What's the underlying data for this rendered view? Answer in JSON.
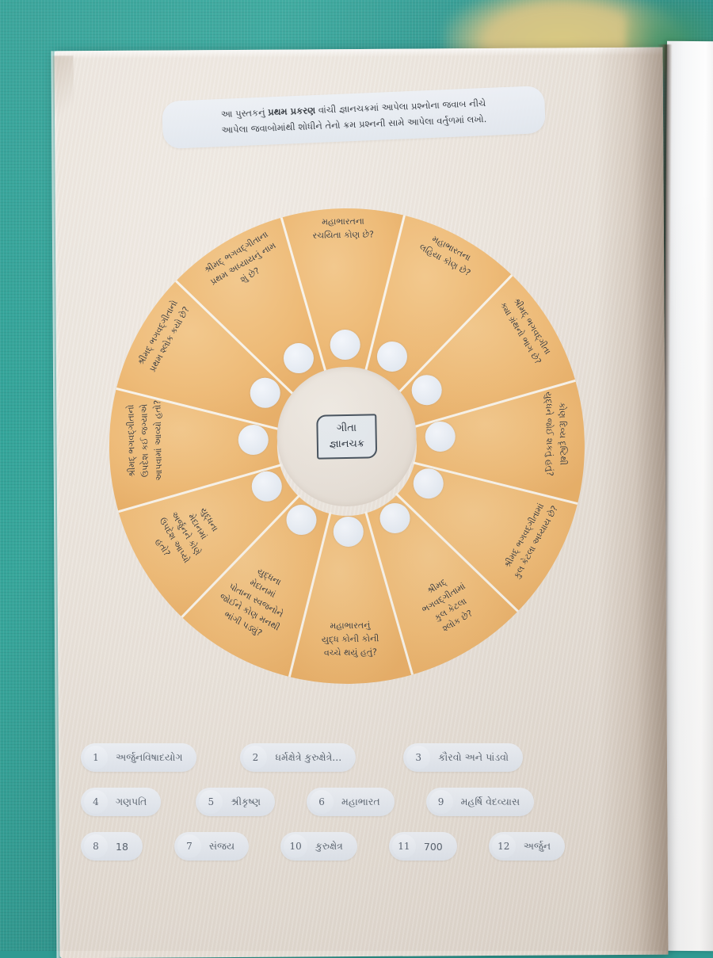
{
  "instruction": {
    "line1_a": "આ પુસ્તકનું ",
    "line1_b": "પ્રથમ પ્રકરણ",
    "line1_c": " વાંચી જ્ઞાનચક્રમાં આપેલા પ્રશ્નોના જવાબ નીચે",
    "line2": "આપેલા જવાબોમાંથી શોધીને તેનો ક્રમ પ્રશ્નની સામે આપેલા વર્તુળમાં લખો."
  },
  "wheel": {
    "center_line1": "ગીતા",
    "center_line2": "જ્ઞાનચક્ર",
    "segment_color": "#edb870",
    "segment_color_alt": "#f0c488",
    "divider_color": "#f7f2e9",
    "segments": [
      {
        "id": 1,
        "text": "મહાભારતના\nરચયિતા કોણ છે?"
      },
      {
        "id": 2,
        "text": "મહાભારતના\nલહિયા કોણ છે?"
      },
      {
        "id": 3,
        "text": "શ્રીમદ્ ભગવદ્‌ગીતા\nક્યા ગ્રંથનો ભાગ છે?"
      },
      {
        "id": 4,
        "text": "કોણ દિવ્ય દૃષ્ટિથી\nયુદ્ધને જોઈ શકતું હતું?"
      },
      {
        "id": 5,
        "text": "શ્રીમદ્ ભગવદ્‌ગીતામાં\nકુલ કેટલા અધ્યાય છે?"
      },
      {
        "id": 6,
        "text": "શ્રીમદ્\nભગવદ્‌ગીતામાં\nકુલ કેટલા\nશ્લોક છે?"
      },
      {
        "id": 7,
        "text": "મહાભારતનું\nયુદ્ધ કોની કોની\nવચ્ચે થયું હતું?"
      },
      {
        "id": 8,
        "text": "યુદ્ધના\nમેદાનમાં\nપોતાના સ્વજનોને\nજોઈને કોણ મનથી\nભાંગી પડ્યું?"
      },
      {
        "id": 9,
        "text": "યુદ્ધના\nમેદાનમાં\nઅર્જુનને કોણે\nઉપદેશ આપ્યો\nહતો?"
      },
      {
        "id": 10,
        "text": "શ્રીમદ્ ભગવદ્‌ગીતાનો\nઉપદેશ કઈ જગ્યાએ\nઆપવામાં આવ્યો હતો?"
      },
      {
        "id": 11,
        "text": "શ્રીમદ્ ભગવદ્‌ગીતાનો\nપ્રથમ શ્લોક કયો છે?"
      },
      {
        "id": 12,
        "text": "શ્રીમદ્ ભગવદ્‌ગીતાના\nપ્રથમ અધ્યાયનું નામ\nશું છે?"
      }
    ]
  },
  "answers": {
    "rows": [
      [
        {
          "num": "1",
          "text": "અર્જુનવિષાદયોગ"
        },
        {
          "num": "2",
          "text": "ધર્મક્ષેત્રે કુરુક્ષેત્રે..."
        },
        {
          "num": "3",
          "text": "કૌરવો અને પાંડવો"
        }
      ],
      [
        {
          "num": "4",
          "text": "ગણપતિ"
        },
        {
          "num": "5",
          "text": "શ્રીકૃષ્ણ"
        },
        {
          "num": "6",
          "text": "મહાભારત"
        },
        {
          "num": "9",
          "text": "મહર્ષિ વેદવ્યાસ"
        }
      ],
      [
        {
          "num": "8",
          "text": "18"
        },
        {
          "num": "7",
          "text": "સંજય"
        },
        {
          "num": "10",
          "text": "કુરુક્ષેત્ર"
        },
        {
          "num": "11",
          "text": "700"
        },
        {
          "num": "12",
          "text": "અર્જુન"
        }
      ]
    ]
  }
}
